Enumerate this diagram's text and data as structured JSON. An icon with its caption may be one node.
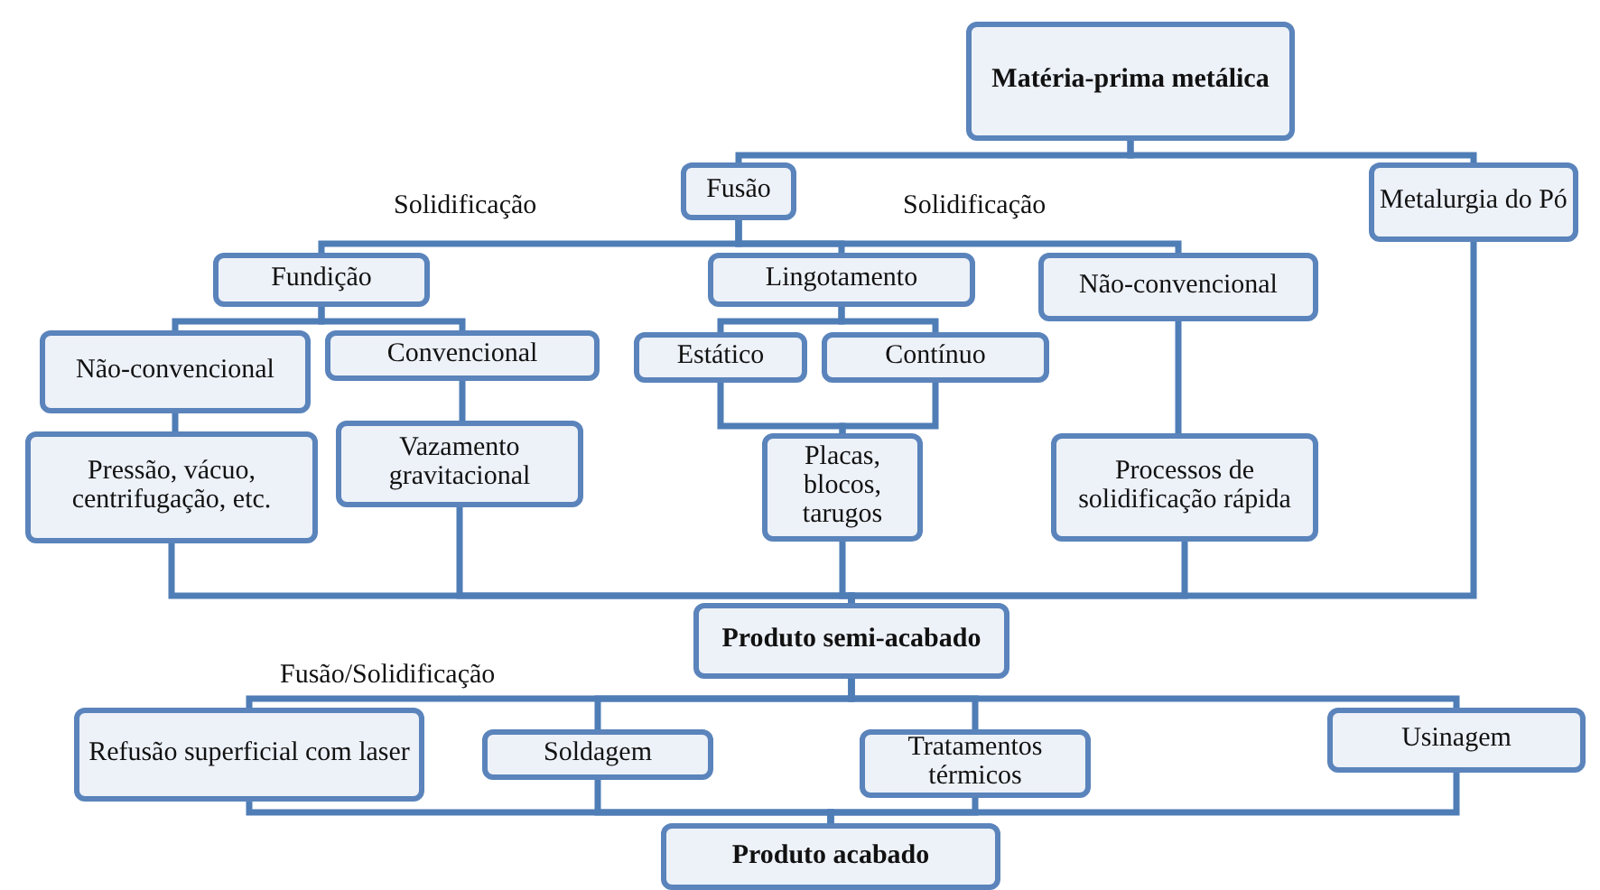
{
  "diagram": {
    "nodes": [
      {
        "text": [
          "Matéria-prima metálica"
        ]
      },
      {
        "text": [
          "Fusão"
        ]
      },
      {
        "text": [
          "Metalurgia do Pó"
        ]
      },
      {
        "text": [
          "Fundição"
        ]
      },
      {
        "text": [
          "Lingotamento"
        ]
      },
      {
        "text": [
          "Não-convencional"
        ]
      },
      {
        "text": [
          "Não-convencional"
        ]
      },
      {
        "text": [
          "Convencional"
        ]
      },
      {
        "text": [
          "Estático"
        ]
      },
      {
        "text": [
          "Contínuo"
        ]
      },
      {
        "text": [
          "Pressão, vácuo, centrifugação, etc."
        ]
      },
      {
        "text": [
          "Vazamento gravitacional"
        ]
      },
      {
        "text": [
          "Placas, blocos, tarugos"
        ]
      },
      {
        "text": [
          "Processos de solidificação rápida"
        ]
      },
      {
        "text": [
          "Produto semi-acabado"
        ]
      },
      {
        "text": [
          "Refusão superficial com laser"
        ]
      },
      {
        "text": [
          "Soldagem"
        ]
      },
      {
        "text": [
          "Tratamentos térmicos"
        ]
      },
      {
        "text": [
          "Usinagem"
        ]
      },
      {
        "text": [
          "Produto acabado"
        ]
      }
    ],
    "edges": [
      {
        "from": 0,
        "to": 1,
        "arrow": "none"
      },
      {
        "from": 0,
        "to": 2,
        "arrow": "none"
      },
      {
        "from": 1,
        "to": 3,
        "arrow": "none"
      },
      {
        "from": 1,
        "to": 4,
        "arrow": "none"
      },
      {
        "from": 1,
        "to": 5,
        "arrow": "none"
      },
      {
        "from": 3,
        "to": 6,
        "arrow": "none"
      },
      {
        "from": 3,
        "to": 7,
        "arrow": "none"
      },
      {
        "from": 4,
        "to": 8,
        "arrow": "none"
      },
      {
        "from": 4,
        "to": 9,
        "arrow": "none"
      },
      {
        "from": 6,
        "to": 10,
        "arrow": "none"
      },
      {
        "from": 7,
        "to": 11,
        "arrow": "none"
      },
      {
        "from": 8,
        "to": 12,
        "arrow": "none"
      },
      {
        "from": 9,
        "to": 12,
        "arrow": "none"
      },
      {
        "from": 5,
        "to": 13,
        "arrow": "none"
      },
      {
        "from": 10,
        "to": 14,
        "arrow": "none"
      },
      {
        "from": 11,
        "to": 14,
        "arrow": "none"
      },
      {
        "from": 12,
        "to": 14,
        "arrow": "none"
      },
      {
        "from": 13,
        "to": 14,
        "arrow": "none"
      },
      {
        "from": 2,
        "to": 14,
        "arrow": "none"
      },
      {
        "from": 14,
        "to": 15,
        "arrow": "none"
      },
      {
        "from": 14,
        "to": 16,
        "arrow": "none"
      },
      {
        "from": 14,
        "to": 17,
        "arrow": "none"
      },
      {
        "from": 14,
        "to": 18,
        "arrow": "none"
      },
      {
        "from": 15,
        "to": 19,
        "arrow": "none"
      },
      {
        "from": 16,
        "to": 19,
        "arrow": "none"
      },
      {
        "from": 17,
        "to": 19,
        "arrow": "none"
      },
      {
        "from": 18,
        "to": 19,
        "arrow": "none"
      }
    ],
    "labels": [
      "Solidificação",
      "Solidificação",
      "Fusão/Solidificação"
    ]
  }
}
